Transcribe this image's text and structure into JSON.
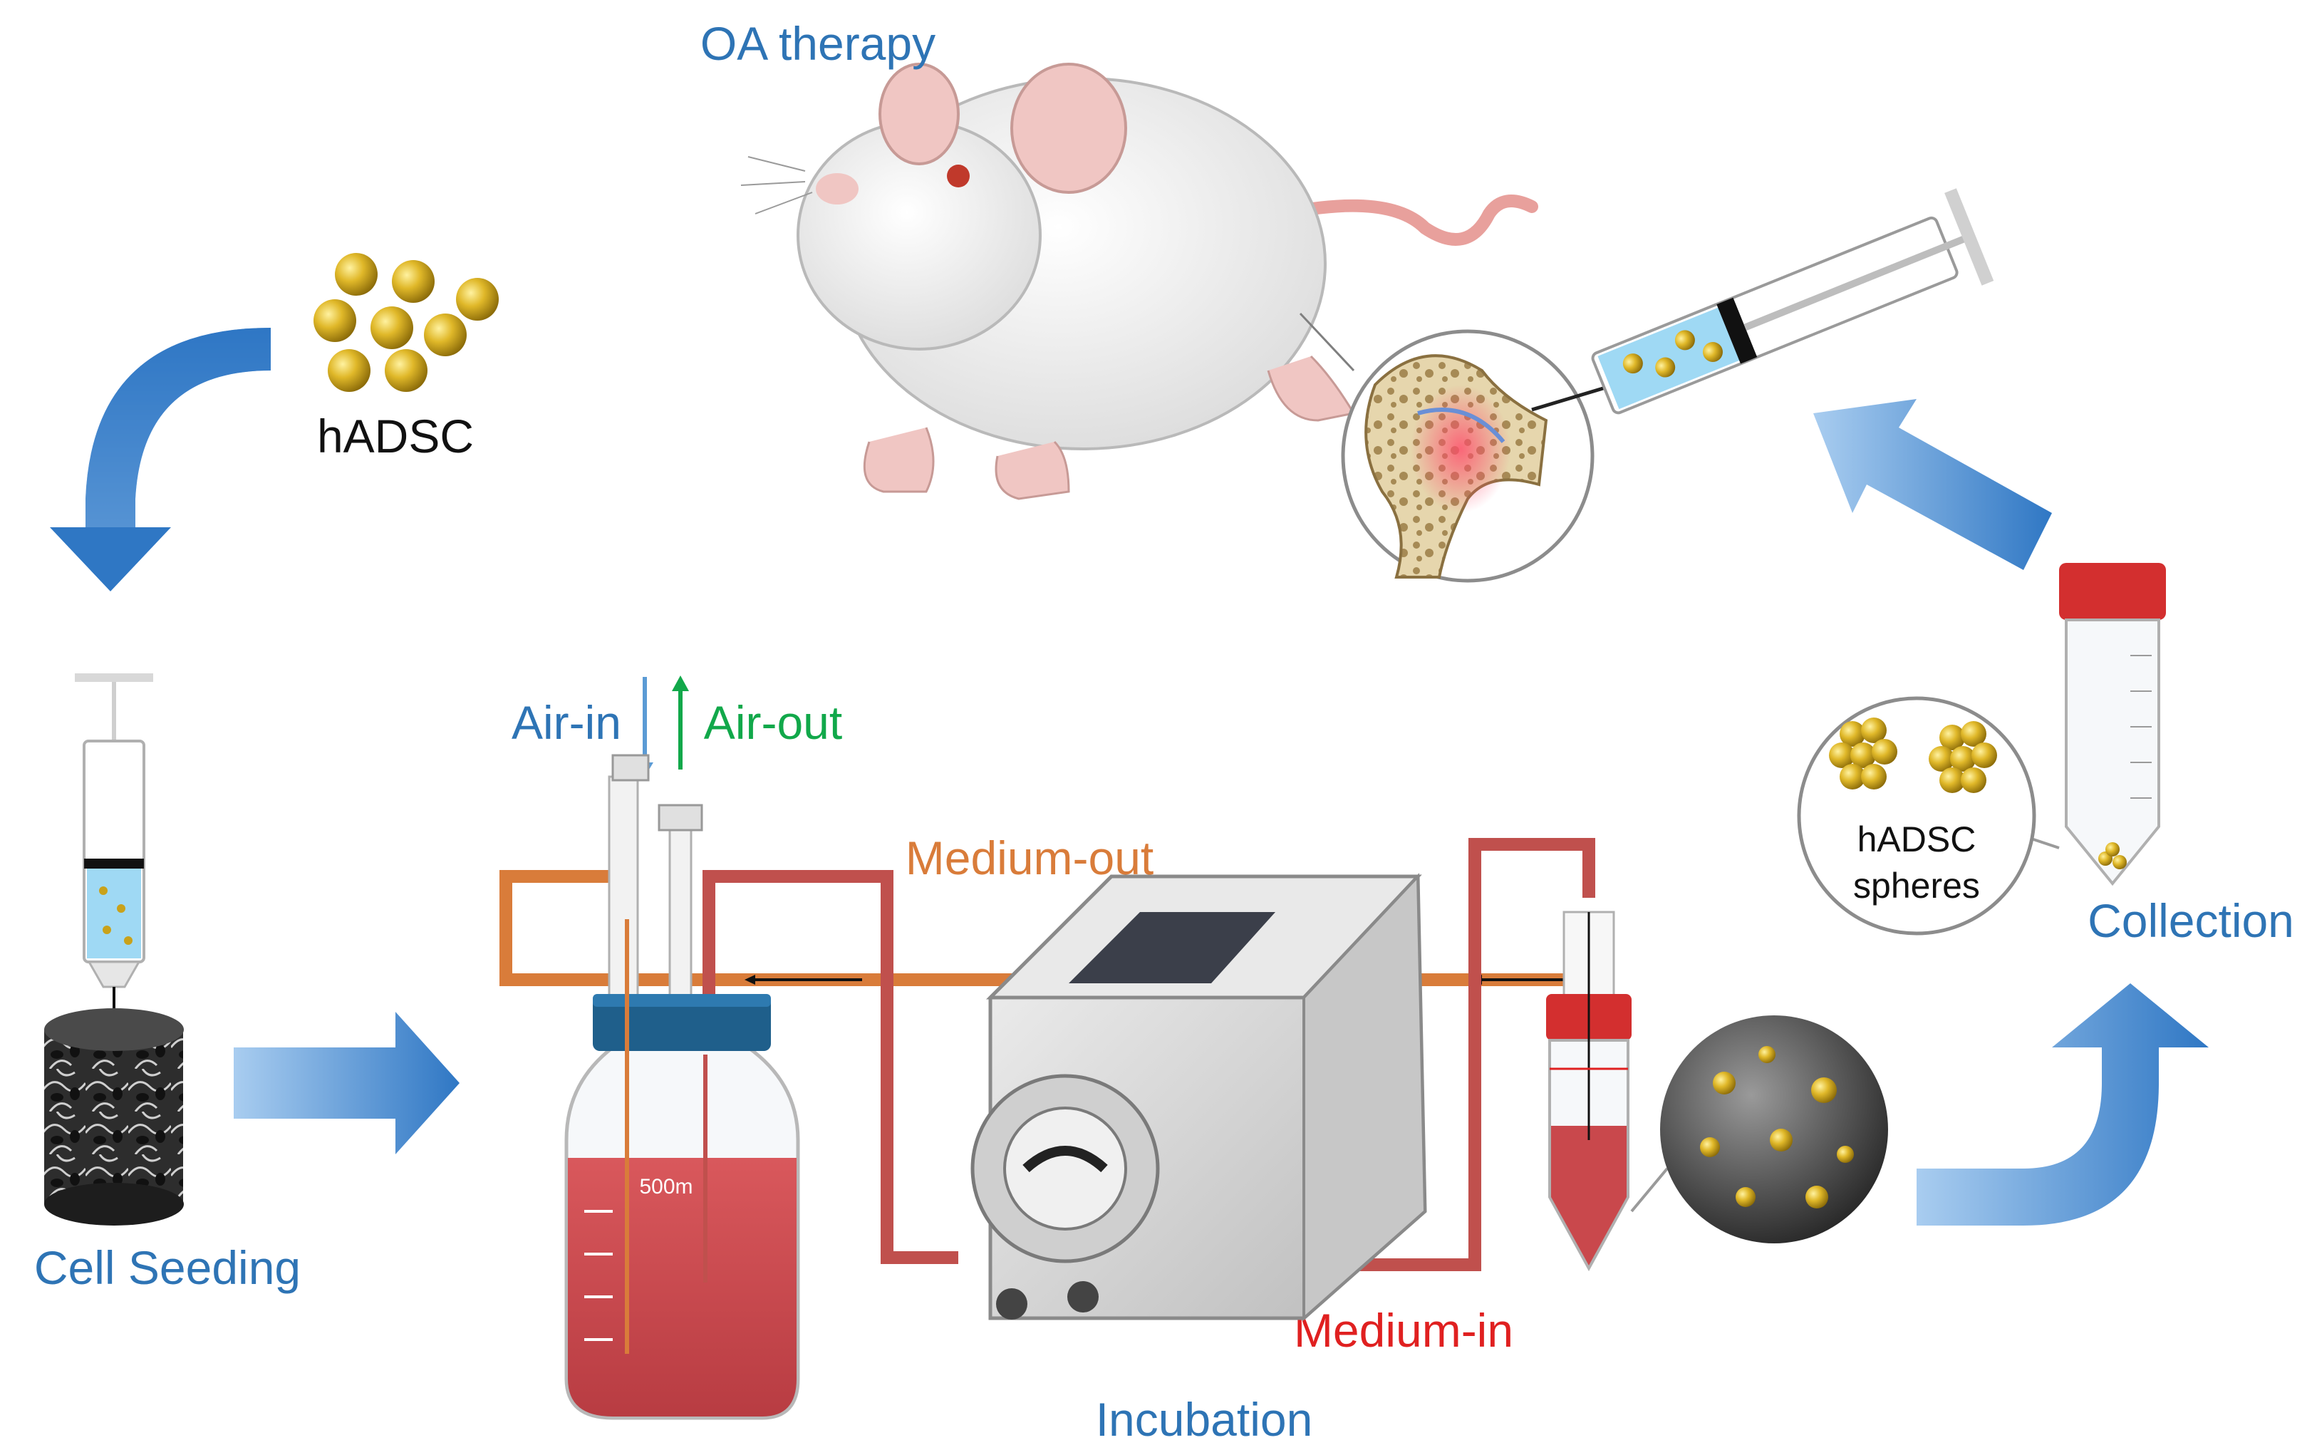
{
  "labels": {
    "oa_therapy": "OA therapy",
    "hadsc": "hADSC",
    "cell_seeding": "Cell Seeding",
    "air_in": "Air-in",
    "air_out": "Air-out",
    "medium_out": "Medium-out",
    "medium_in": "Medium-in",
    "incubation": "Incubation",
    "collection": "Collection",
    "spheres_line1": "hADSC",
    "spheres_line2": "spheres",
    "bottle_volume": "500m"
  },
  "colors": {
    "step_label": "#2e74b5",
    "arrow_blue": "#3f87d0",
    "medium_out_tube": "#d97c3a",
    "medium_in_tube": "#c0504d",
    "medium_in_text": "#e02020",
    "air_out_text": "#11a84a",
    "cell_gold": "#c9a21a",
    "culture_medium": "#c9484c",
    "cap_blue": "#1f5f8b",
    "cap_red": "#d32f2f"
  },
  "icons": {
    "rat": "rat-illustration",
    "knee_joint": "knee-joint-inset",
    "syringe": "syringe-icon",
    "scaffold": "porous-scaffold-icon",
    "bottle": "media-bottle-icon",
    "pump": "peristaltic-pump-icon",
    "bioreactor_tube": "bioreactor-tube-icon",
    "falcon_tube": "conical-tube-icon"
  }
}
